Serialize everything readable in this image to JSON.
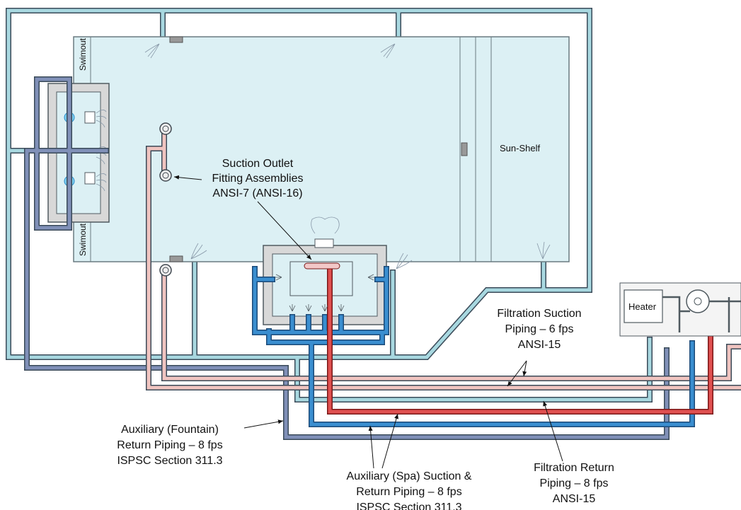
{
  "labels": {
    "suction_outlet": [
      "Suction Outlet",
      "Fitting Assemblies",
      "ANSI-7 (ANSI-16)"
    ],
    "sun_shelf": "Sun-Shelf",
    "swimout_top": "Swimout",
    "swimout_bottom": "Swimout",
    "heater": "Heater",
    "filtration_suction": [
      "Filtration Suction",
      "Piping – 6 fps",
      "ANSI-15"
    ],
    "aux_fountain": [
      "Auxiliary (Fountain)",
      "Return Piping – 8 fps",
      "ISPSC Section 311.3"
    ],
    "aux_spa": [
      "Auxiliary (Spa) Suction &",
      "Return Piping – 8 fps",
      "ISPSC Section 311.3"
    ],
    "filtration_return": [
      "Filtration Return",
      "Piping – 8 fps",
      "ANSI-15"
    ]
  },
  "colors": {
    "pool_water": "#dcf0f4",
    "pool_edge": "#6a7a80",
    "deck_gray": "#d8d8d8",
    "pipe_filtration_suction": "#a8d8e0",
    "pipe_filtration_return": "#f0c4c0",
    "pipe_aux_fountain": "#8090b8",
    "pipe_spa_suction": "#3a8ed0",
    "pipe_spa_return": "#e05050",
    "pipe_outline": "#3a4a58"
  }
}
